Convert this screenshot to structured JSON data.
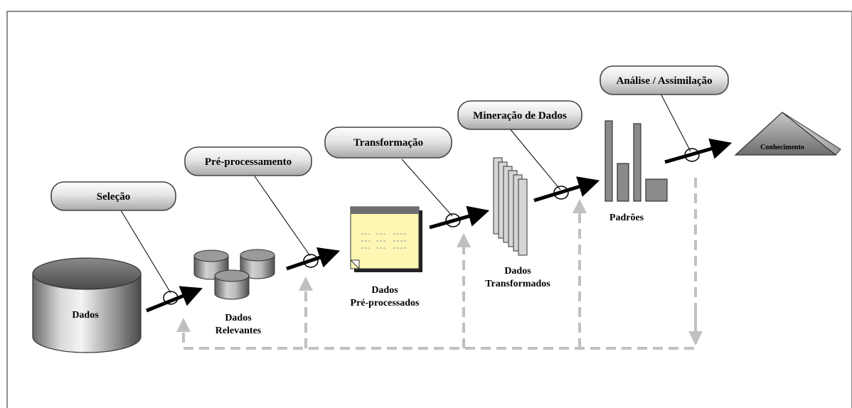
{
  "stages": {
    "selecao": "Seleção",
    "preprocessamento": "Pré-processamento",
    "transformacao": "Transformação",
    "mineracao": "Mineração de Dados",
    "analise": "Análise / Assimilação"
  },
  "artifacts": {
    "dados": "Dados",
    "dados_relevantes_1": "Dados",
    "dados_relevantes_2": "Relevantes",
    "dados_preprocessados_1": "Dados",
    "dados_preprocessados_2": "Pré-processados",
    "dados_transformados_1": "Dados",
    "dados_transformados_2": "Transformados",
    "padroes": "Padrões",
    "conhecimento": "Conhecimento"
  },
  "colors": {
    "pill_top": "#ffffff",
    "pill_bottom": "#a8a8a8",
    "cylinder_light": "#f0f0f0",
    "cylinder_dark": "#5a5a5a",
    "document_fill": "#fdf7b4",
    "document_header": "#6e6e6e",
    "bar_fill": "#8a8a8a",
    "feedback_line": "#c0c0c0",
    "flow_arrow": "#000000"
  }
}
